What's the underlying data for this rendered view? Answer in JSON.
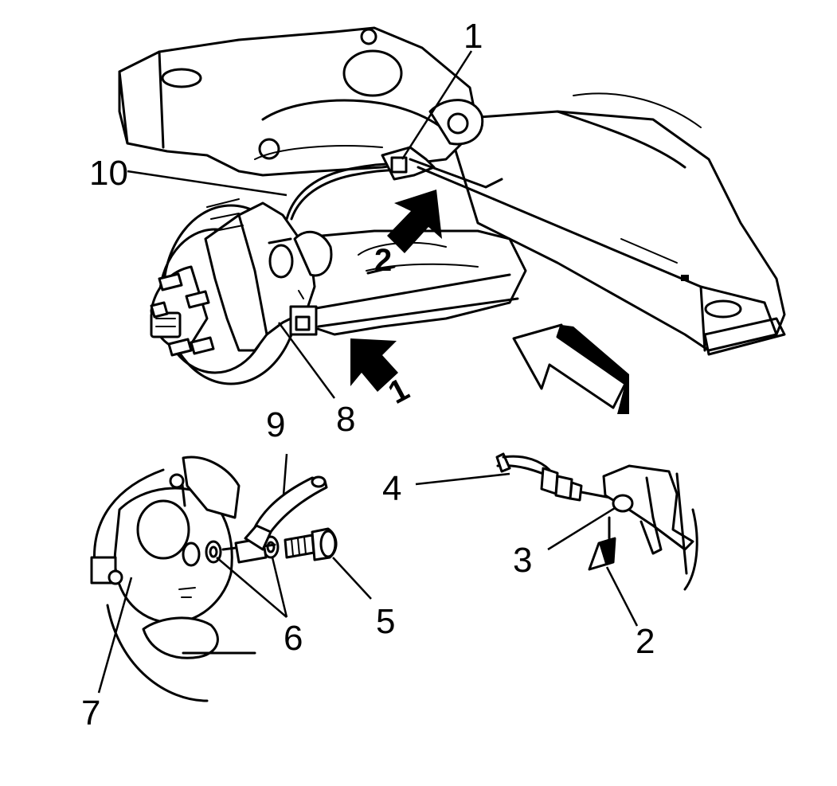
{
  "colors": {
    "line": "#000000",
    "background": "#ffffff"
  },
  "callouts": {
    "c1": "1",
    "c2": "2",
    "c3": "3",
    "c4": "4",
    "c5": "5",
    "c6": "6",
    "c7": "7",
    "c8": "8",
    "c9": "9",
    "c10": "10"
  },
  "arrow_tags": {
    "step1": "1",
    "step2": "2"
  }
}
